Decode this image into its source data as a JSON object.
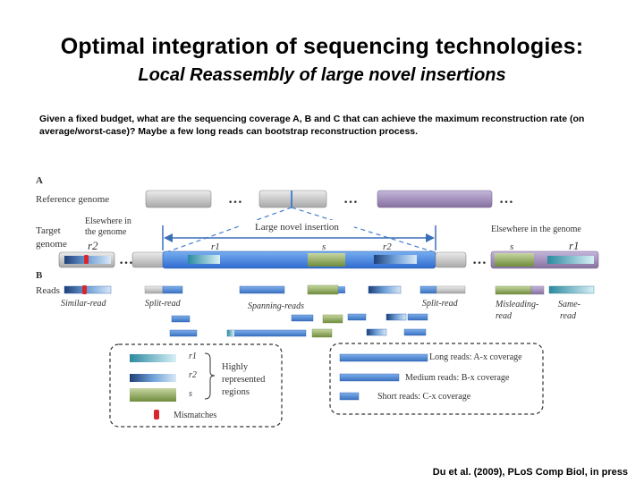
{
  "slide": {
    "title": "Optimal integration of sequencing technologies:",
    "subtitle": "Local Reassembly of large novel insertions",
    "question": "Given a fixed budget, what are the sequencing coverage A, B and C that can achieve the maximum reconstruction rate (on average/worst-case)? Maybe a few long reads can bootstrap reconstruction process.",
    "citation": "Du et al. (2009), PLoS Comp Biol, in press"
  },
  "figure": {
    "panel_a": "A",
    "panel_b": "B",
    "reference_genome": "Reference genome",
    "target_line1": "Target",
    "target_line2": "genome",
    "elsewhere_left_line1": "Elsewhere in",
    "elsewhere_left_line2": "the genome",
    "elsewhere_right": "Elsewhere in the genome",
    "large_novel_insertion": "Large novel insertion",
    "ellipsis": "…",
    "r1": "r1",
    "r2": "r2",
    "s": "s",
    "reads": "Reads",
    "similar_read": "Similar-read",
    "split_read": "Split-read",
    "spanning_reads": "Spanning-reads",
    "misleading_read_line1": "Misleading-",
    "misleading_read_line2": "read",
    "same_read_line1": "Same-",
    "same_read_line2": "read",
    "legend_left": {
      "r1": "r1",
      "r2": "r2",
      "s": "s",
      "highly_line1": "Highly",
      "highly_line2": "represented",
      "highly_line3": "regions",
      "mismatches": "Mismatches"
    },
    "legend_right": {
      "long": "Long reads: A-x coverage",
      "medium": "Medium reads: B-x coverage",
      "short": "Short reads: C-x coverage"
    },
    "colors": {
      "blue_read": "#4f86d0",
      "insertion": "#3a78d8",
      "green": "#8aa65a",
      "purple": "#8f7bb0",
      "grey": "#9a9a9a",
      "mismatch": "#d9262c"
    }
  }
}
